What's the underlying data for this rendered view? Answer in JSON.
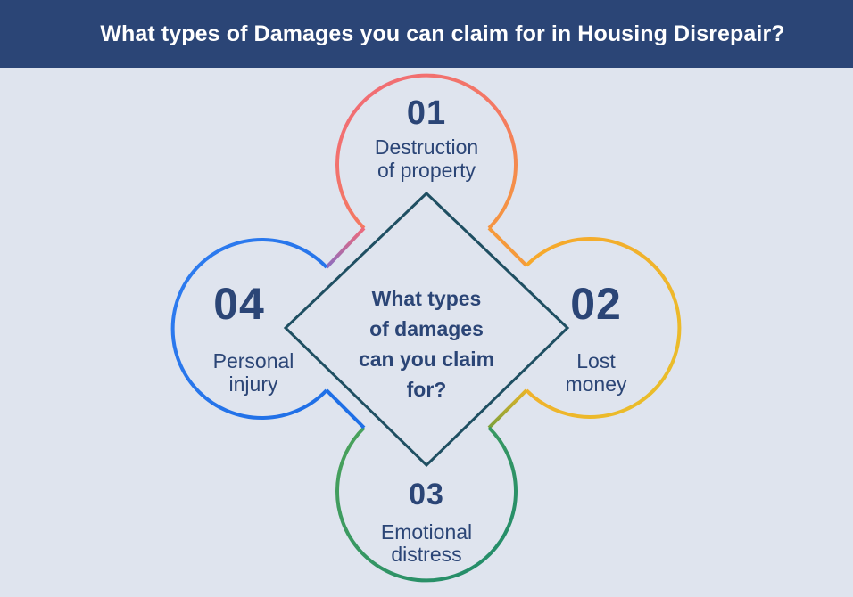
{
  "header": {
    "title": "What types of Damages you can claim for in Housing Disrepair?",
    "background": "#2b4576"
  },
  "center": {
    "text": "What types of damages can you claim for?",
    "line1": "What types",
    "line2": "of damages",
    "line3": "can you claim",
    "line4": "for?"
  },
  "petals": [
    {
      "number": "01",
      "line1": "Destruction",
      "line2": "of property",
      "colors": [
        "#f06a7a",
        "#f59a3c"
      ]
    },
    {
      "number": "02",
      "line1": "Lost",
      "line2": "money",
      "colors": [
        "#f7b52c",
        "#e6b427"
      ]
    },
    {
      "number": "03",
      "line1": "Emotional",
      "line2": "distress",
      "colors": [
        "#4ca35a",
        "#1e8a6c"
      ]
    },
    {
      "number": "04",
      "line1": "Personal",
      "line2": "injury",
      "colors": [
        "#2f7cf0",
        "#6c6fd8"
      ]
    }
  ],
  "colors": {
    "background": "#dfe4ee",
    "text": "#2b4576",
    "diamond_stroke": "#1f4f62"
  }
}
